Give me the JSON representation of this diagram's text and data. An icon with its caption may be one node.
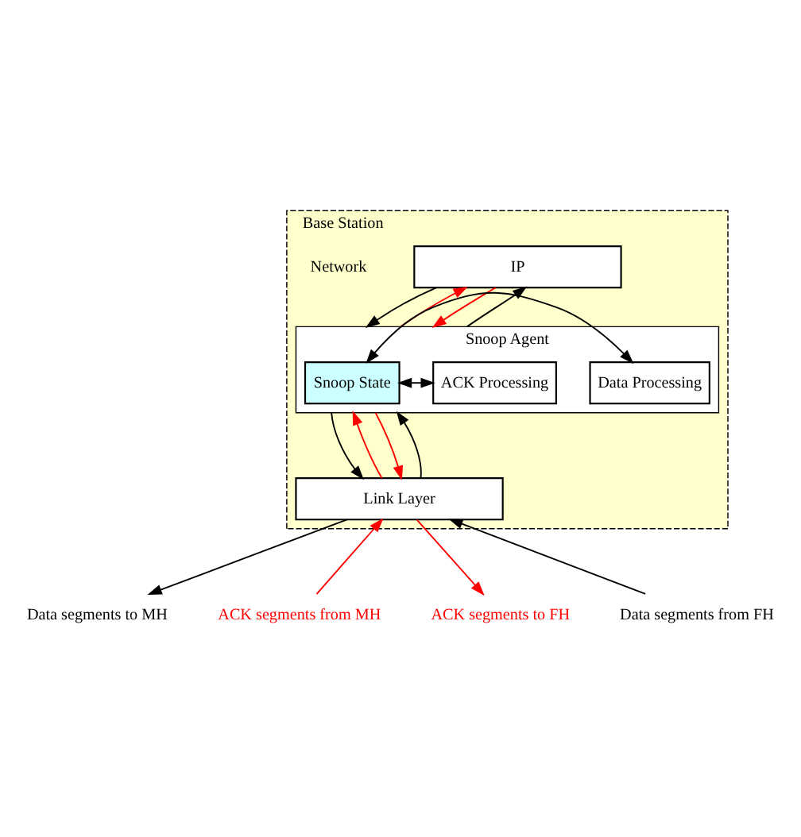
{
  "diagram": {
    "nodes": [
      {
        "text": [
          "Base Station"
        ]
      },
      {
        "text": [
          "IP"
        ],
        "in": 0
      },
      {
        "text": [
          "Snoop Agent"
        ],
        "in": 0
      },
      {
        "text": [
          "Snoop State"
        ],
        "in": 2
      },
      {
        "text": [
          "Data Processing"
        ],
        "in": 2
      },
      {
        "text": [
          "ACK Processing"
        ],
        "in": 2
      },
      {
        "text": [
          "Link Layer"
        ],
        "in": 0
      },
      {
        "text": [
          "Data segments to MH"
        ]
      },
      {
        "text": [
          "Data segments from FH"
        ]
      },
      {
        "text": [
          "ACK segments from MH"
        ]
      },
      {
        "text": [
          "ACK segments to FH"
        ]
      }
    ],
    "edges": [
      {
        "from": 1,
        "to": 2,
        "arrow": "to"
      },
      {
        "from": 2,
        "to": 1,
        "arrow": "to",
        "color": "#ff0000"
      },
      {
        "from": 1,
        "to": 2,
        "arrow": "to",
        "color": "#ff0000"
      },
      {
        "from": 2,
        "to": 1,
        "arrow": "to"
      },
      {
        "from": 3,
        "to": 4,
        "arrow": "both"
      },
      {
        "from": 3,
        "to": 5,
        "arrow": "both"
      },
      {
        "from": 2,
        "to": 6,
        "arrow": "to"
      },
      {
        "from": 6,
        "to": 2,
        "arrow": "to",
        "color": "#ff0000"
      },
      {
        "from": 2,
        "to": 6,
        "arrow": "to",
        "color": "#ff0000"
      },
      {
        "from": 6,
        "to": 2,
        "arrow": "to"
      },
      {
        "from": 6,
        "to": 7,
        "arrow": "to"
      },
      {
        "from": 9,
        "to": 6,
        "arrow": "to",
        "color": "#ff0000"
      },
      {
        "from": 6,
        "to": 10,
        "arrow": "to",
        "color": "#ff0000"
      },
      {
        "from": 8,
        "to": 6,
        "arrow": "to"
      }
    ],
    "labels": [
      "Network"
    ]
  }
}
